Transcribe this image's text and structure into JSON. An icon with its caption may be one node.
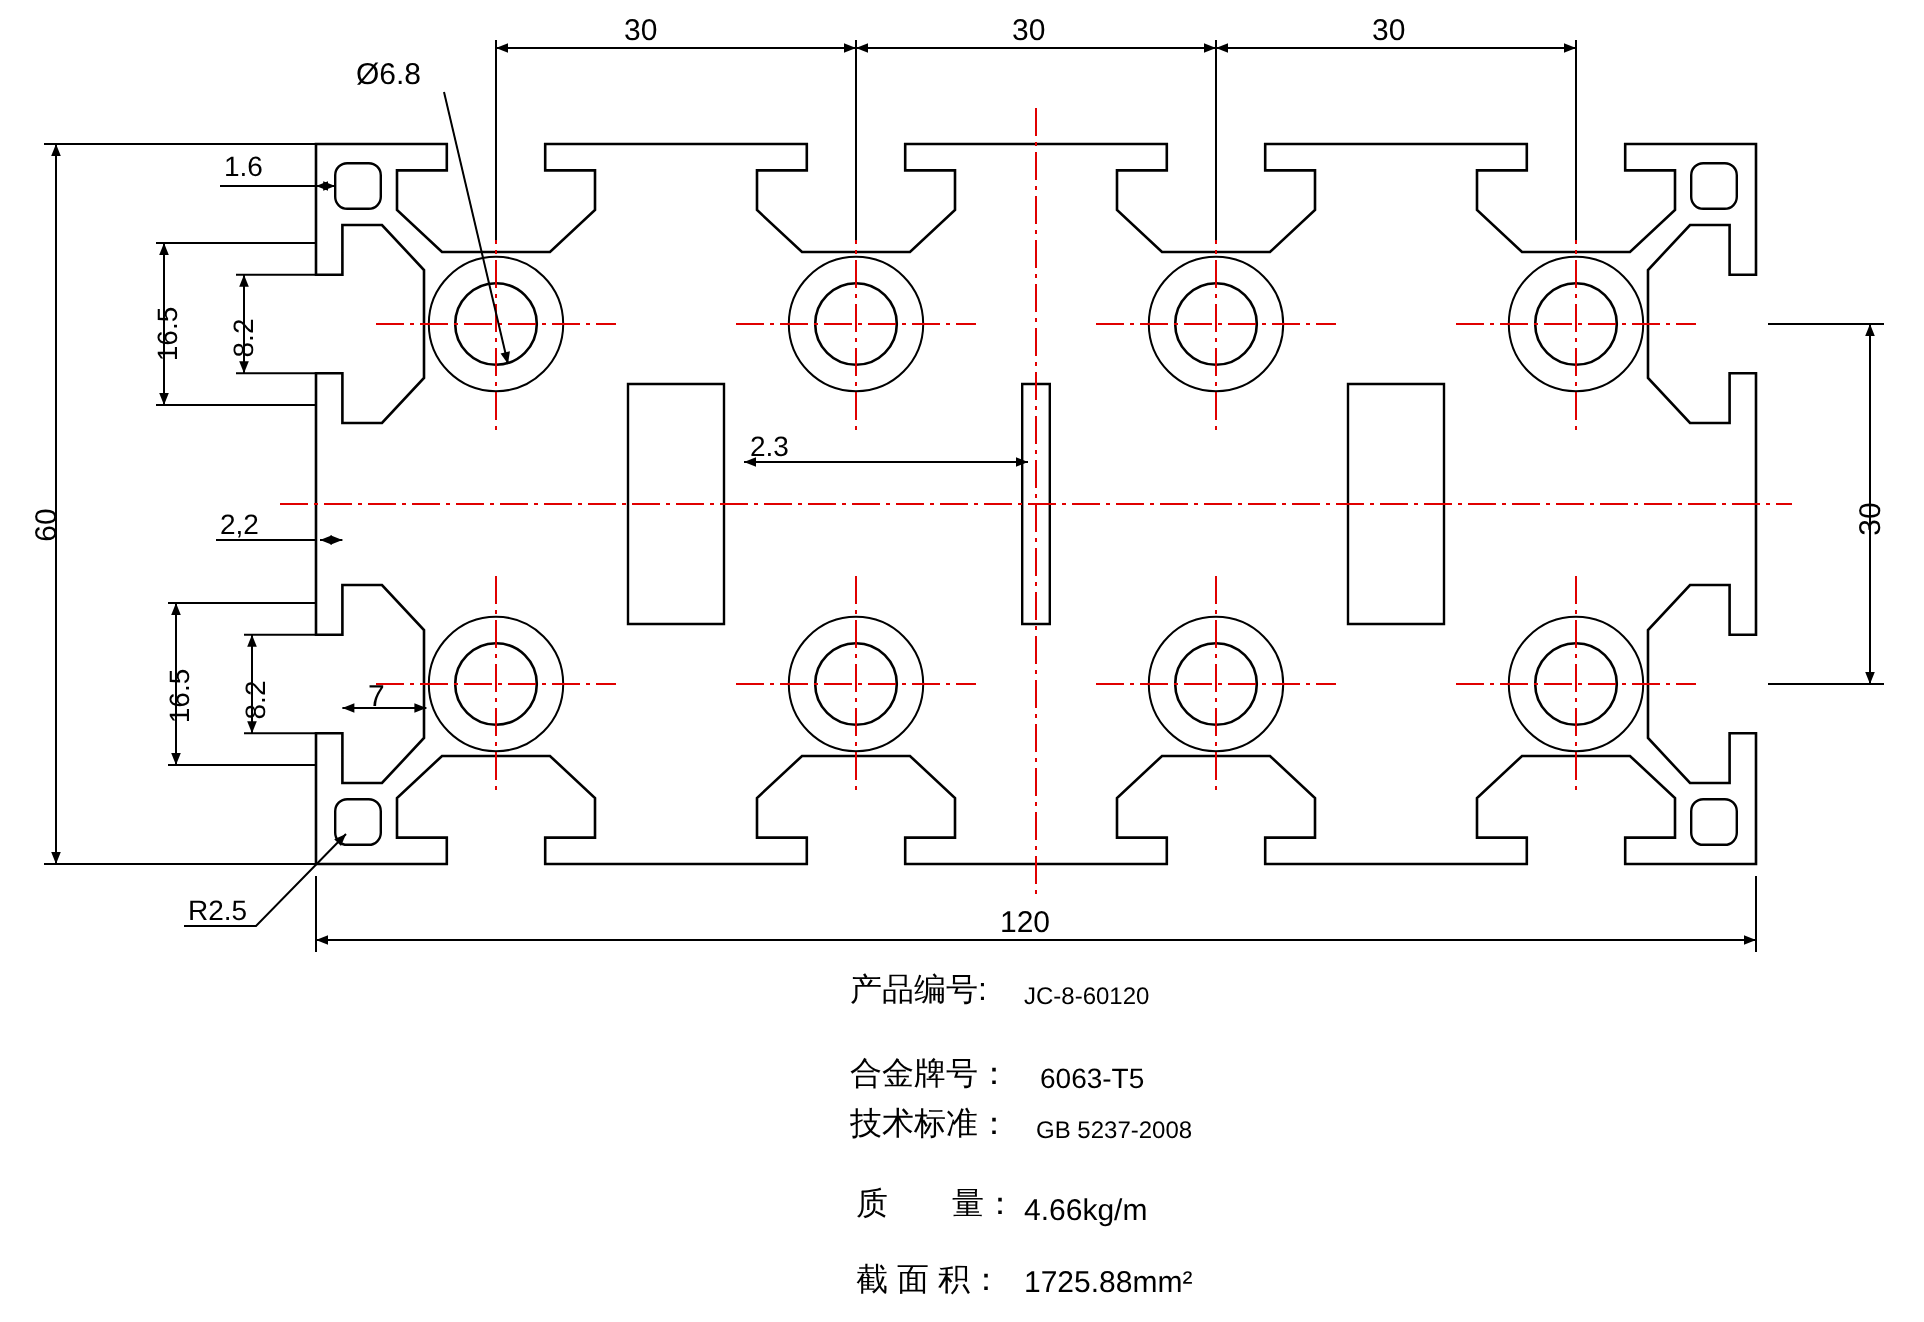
{
  "diagram": {
    "labels": [
      "Ø6.8",
      "30",
      "30",
      "30",
      "1.6",
      "16.5",
      "8.2",
      "2.3",
      "60",
      "2,2",
      "30",
      "16.5",
      "8.2",
      "7",
      "R2.5",
      "120",
      "产品编号:",
      "JC-8-60120",
      "合金牌号：",
      "6063-T5",
      "技术标准：",
      "GB 5237-2008",
      "质　　量：",
      "4.66kg/m",
      "截 面 积：",
      "1725.88mm²"
    ]
  }
}
